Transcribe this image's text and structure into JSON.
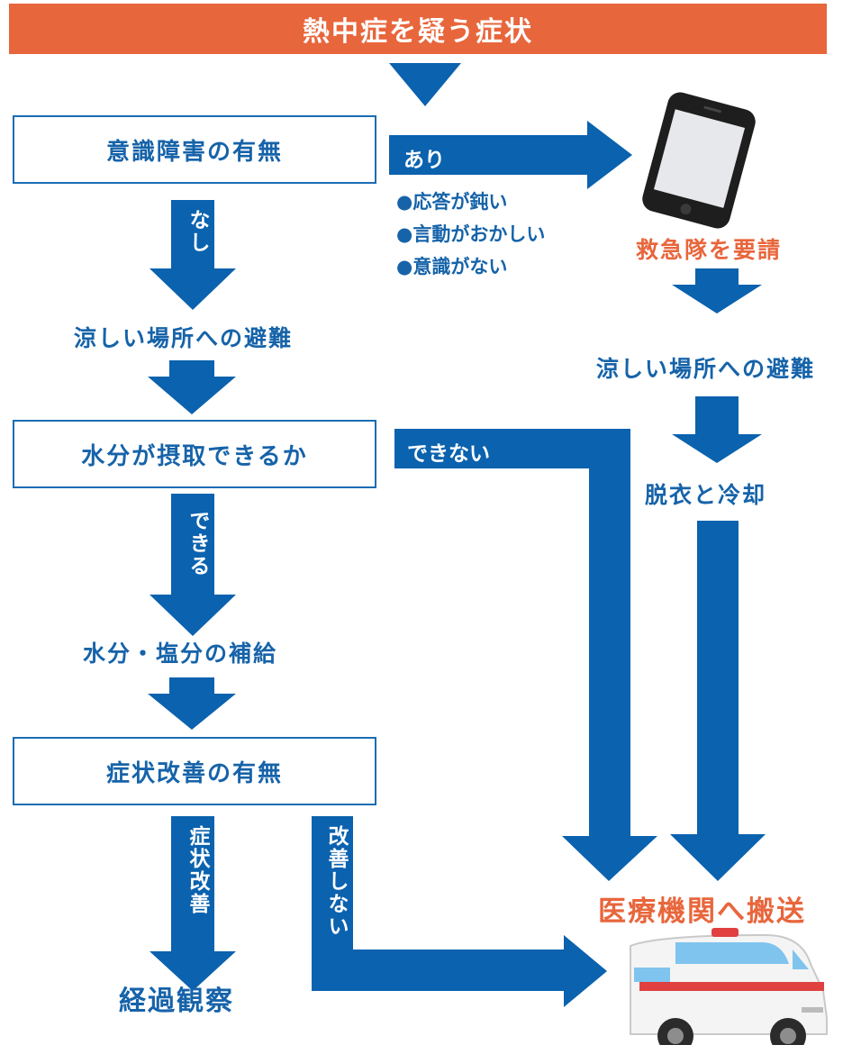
{
  "title": "熱中症を疑う症状",
  "colors": {
    "accent": "#e8663c",
    "arrow": "#0b62ae",
    "text": "#1663a9"
  },
  "left": {
    "box1": "意識障害の有無",
    "label_none": "なし",
    "step1": "涼しい場所への避難",
    "box2": "水分が摂取できるか",
    "label_can": "できる",
    "step2": "水分・塩分の補給",
    "box3": "症状改善の有無",
    "label_improved": "症状改善",
    "label_not_improved": "改善しない",
    "result": "経過観察"
  },
  "middle": {
    "label_yes": "あり",
    "symptoms": [
      "●応答が鈍い",
      "●言動がおかしい",
      "●意識がない"
    ],
    "label_cannot": "できない"
  },
  "right": {
    "call": "救急隊を要請",
    "step1": "涼しい場所への避難",
    "step2": "脱衣と冷却",
    "destination": "医療機関へ搬送"
  },
  "icons": [
    "smartphone-icon",
    "ambulance-icon"
  ]
}
